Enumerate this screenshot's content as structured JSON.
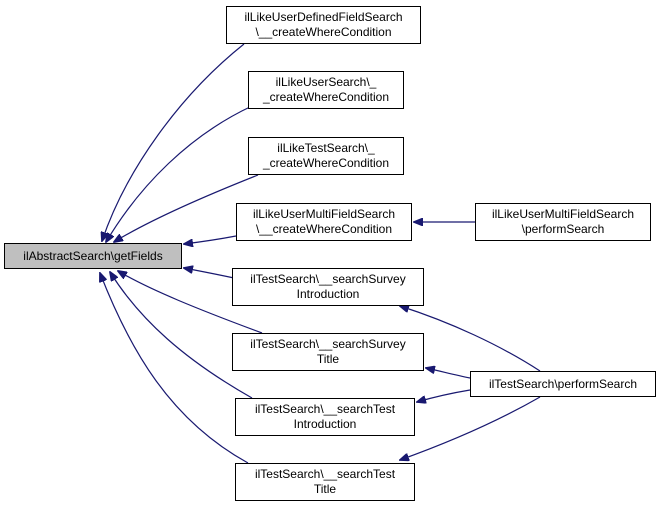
{
  "graph": {
    "type": "caller-graph",
    "edge_color": "#191970",
    "focus_fill": "#bfbfbf",
    "nodes": {
      "get_fields": {
        "lines": [
          "ilAbstractSearch\\getFields"
        ]
      },
      "like_udf_where": {
        "lines": [
          "ilLikeUserDefinedFieldSearch",
          "\\__createWhereCondition"
        ]
      },
      "like_user_where": {
        "lines": [
          "ilLikeUserSearch\\_",
          "_createWhereCondition"
        ]
      },
      "like_test_where": {
        "lines": [
          "ilLikeTestSearch\\_",
          "_createWhereCondition"
        ]
      },
      "like_multi_where": {
        "lines": [
          "ilLikeUserMultiFieldSearch",
          "\\__createWhereCondition"
        ]
      },
      "like_multi_perform": {
        "lines": [
          "ilLikeUserMultiFieldSearch",
          "\\performSearch"
        ]
      },
      "test_survey_intro": {
        "lines": [
          "ilTestSearch\\__searchSurvey",
          "Introduction"
        ]
      },
      "test_survey_title": {
        "lines": [
          "ilTestSearch\\__searchSurvey",
          "Title"
        ]
      },
      "test_test_intro": {
        "lines": [
          "ilTestSearch\\__searchTest",
          "Introduction"
        ]
      },
      "test_test_title": {
        "lines": [
          "ilTestSearch\\__searchTest",
          "Title"
        ]
      },
      "test_perform": {
        "lines": [
          "ilTestSearch\\performSearch"
        ]
      }
    },
    "edges": [
      {
        "from": "like_udf_where",
        "to": "get_fields"
      },
      {
        "from": "like_user_where",
        "to": "get_fields"
      },
      {
        "from": "like_test_where",
        "to": "get_fields"
      },
      {
        "from": "like_multi_where",
        "to": "get_fields"
      },
      {
        "from": "test_survey_intro",
        "to": "get_fields"
      },
      {
        "from": "test_survey_title",
        "to": "get_fields"
      },
      {
        "from": "test_test_intro",
        "to": "get_fields"
      },
      {
        "from": "test_test_title",
        "to": "get_fields"
      },
      {
        "from": "like_multi_perform",
        "to": "like_multi_where"
      },
      {
        "from": "test_perform",
        "to": "test_survey_intro"
      },
      {
        "from": "test_perform",
        "to": "test_survey_title"
      },
      {
        "from": "test_perform",
        "to": "test_test_intro"
      },
      {
        "from": "test_perform",
        "to": "test_test_title"
      }
    ]
  }
}
